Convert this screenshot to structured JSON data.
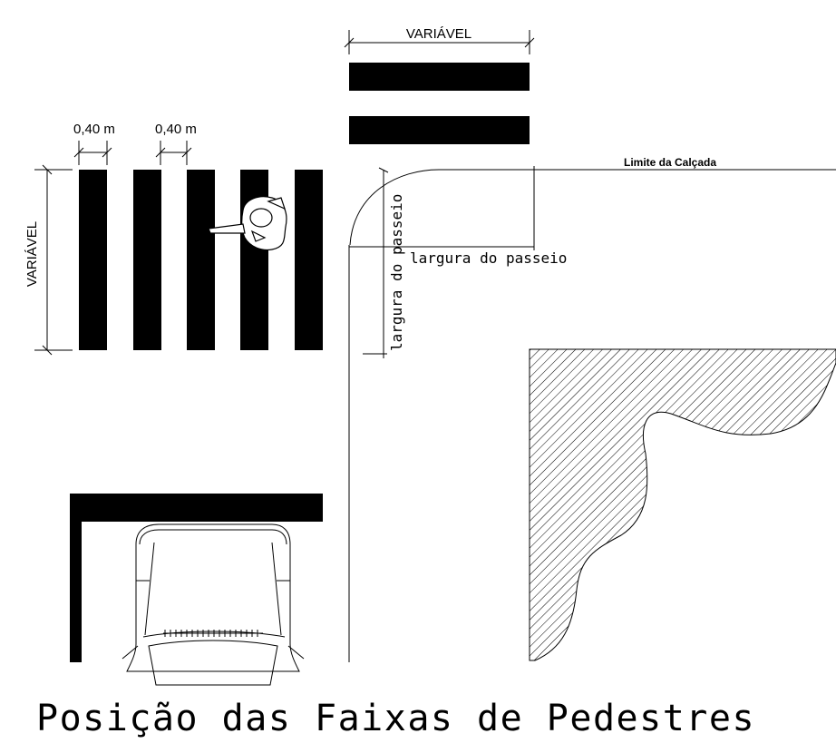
{
  "title": "Posição das Faixas de Pedestres",
  "labels": {
    "variavel_top": "VARIÁVEL",
    "variavel_left": "VARIÁVEL",
    "stripe_width_1": "0,40 m",
    "stripe_width_2": "0,40 m",
    "limite_calcada": "Limite da Calçada",
    "largura_passeio_horizontal": "largura do passeio",
    "largura_passeio_vertical": "largura do passeio"
  },
  "colors": {
    "ink": "#000000",
    "background": "#ffffff"
  }
}
